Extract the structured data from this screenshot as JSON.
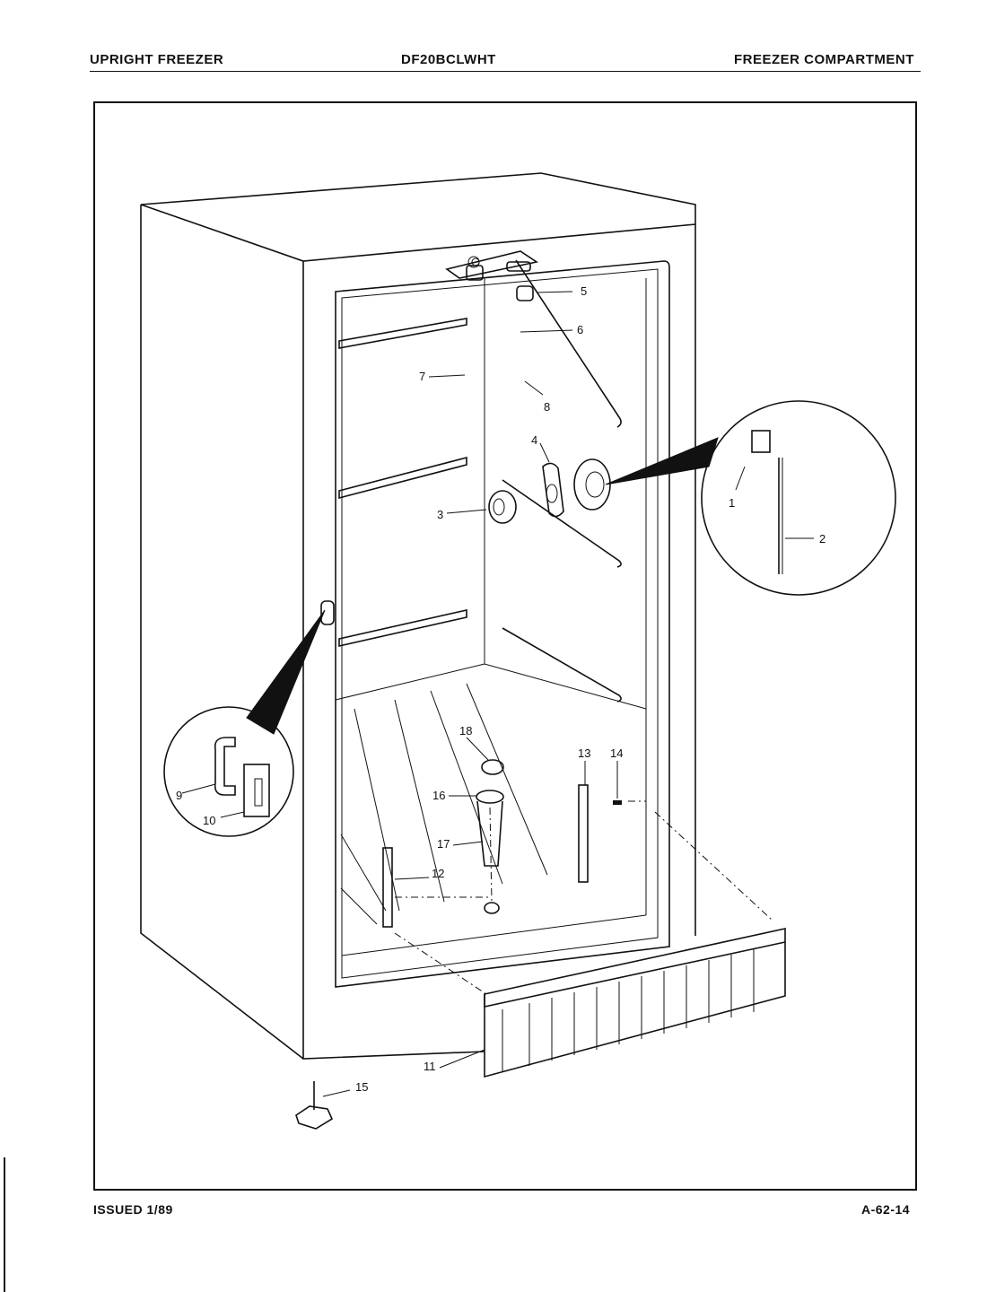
{
  "header": {
    "left": "UPRIGHT FREEZER",
    "center": "DF20BCLWHT",
    "right": "FREEZER COMPARTMENT"
  },
  "footer": {
    "left": "ISSUED 1/89",
    "right": "A-62-14"
  },
  "callouts": [
    "1",
    "2",
    "3",
    "4",
    "5",
    "6",
    "7",
    "8",
    "9",
    "10",
    "11",
    "12",
    "13",
    "14",
    "15",
    "16",
    "17",
    "18"
  ]
}
